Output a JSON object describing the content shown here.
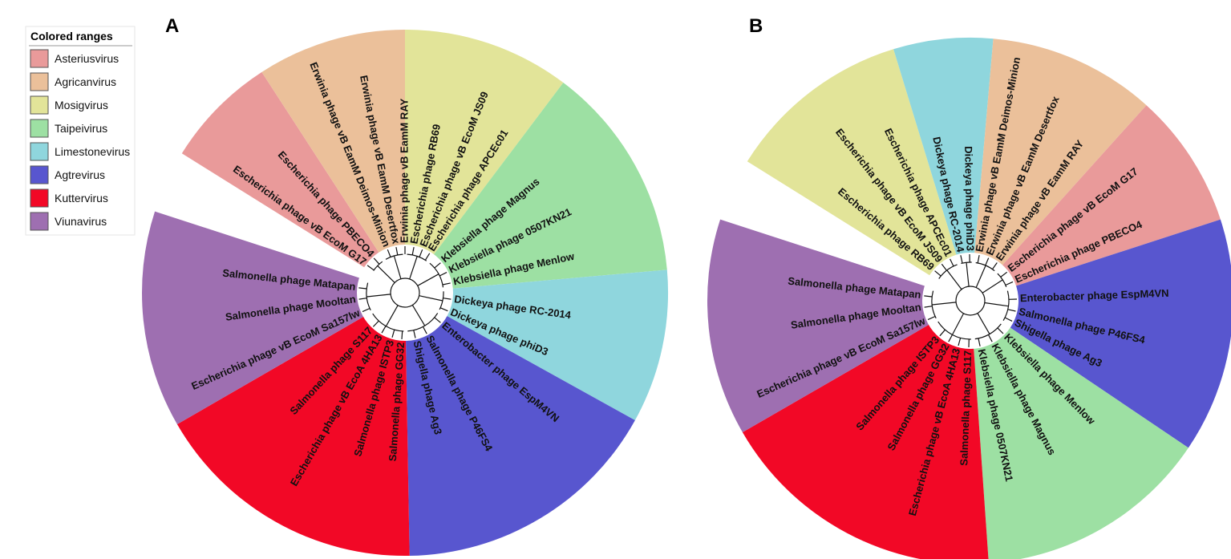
{
  "legend": {
    "title": "Colored ranges",
    "items": [
      {
        "label": "Asteriusvirus",
        "color": "#e99a9a"
      },
      {
        "label": "Agricanvirus",
        "color": "#ebc09a"
      },
      {
        "label": "Mosigvirus",
        "color": "#e2e499"
      },
      {
        "label": "Taipeivirus",
        "color": "#9de0a3"
      },
      {
        "label": "Limestonevirus",
        "color": "#8fd6dd"
      },
      {
        "label": "Agtrevirus",
        "color": "#5856cf"
      },
      {
        "label": "Kuttervirus",
        "color": "#f20826"
      },
      {
        "label": "Viunavirus",
        "color": "#9e6fb1"
      }
    ]
  },
  "panels": [
    {
      "label": "A",
      "sectors": [
        {
          "range": "Asteriusvirus",
          "start": 302,
          "end": 327
        },
        {
          "range": "Agricanvirus",
          "start": 327,
          "end": 0
        },
        {
          "range": "Mosigvirus",
          "start": 0,
          "end": 37
        },
        {
          "range": "Taipeivirus",
          "start": 37,
          "end": 85
        },
        {
          "range": "Limestonevirus",
          "start": 85,
          "end": 119
        },
        {
          "range": "Agtrevirus",
          "start": 119,
          "end": 179
        },
        {
          "range": "Kuttervirus",
          "start": 179,
          "end": 240
        },
        {
          "range": "Viunavirus",
          "start": 240,
          "end": 288
        }
      ],
      "leaves": [
        {
          "name": "Escherichia phage vB EcoM G17",
          "angle": 306
        },
        {
          "name": "Escherichia phage PBECO4",
          "angle": 318
        },
        {
          "name": "Erwinia phage vB EamM Deimos-Minion",
          "angle": 338
        },
        {
          "name": "Erwinia phage vB EamM Desertfox",
          "angle": 349
        },
        {
          "name": "Erwinia phage vB EamM RAY",
          "angle": 360
        },
        {
          "name": "Escherichia phage RB69",
          "angle": 11
        },
        {
          "name": "Escherichia phage vB EcoM JS09",
          "angle": 22
        },
        {
          "name": "Escherichia phage APCEc01",
          "angle": 32
        },
        {
          "name": "Klebsiella phage Magnus",
          "angle": 50
        },
        {
          "name": "Klebsiella phage 0507KN21",
          "angle": 64
        },
        {
          "name": "Klebsiella phage Menlow",
          "angle": 78
        },
        {
          "name": "Dickeya phage RC-2014",
          "angle": 98
        },
        {
          "name": "Dickeya phage phiD3",
          "angle": 113
        },
        {
          "name": "Enterobacter phage EspM4VN",
          "angle": 130
        },
        {
          "name": "Salmonella phage P46FS4",
          "angle": 152
        },
        {
          "name": "Shigella phage Ag3",
          "angle": 167
        },
        {
          "name": "Salmonella phage GG32",
          "angle": 184
        },
        {
          "name": "Salmonella phage ISTP3",
          "angle": 196
        },
        {
          "name": "Escherichia phage vB EcoA 4HA13",
          "angle": 210
        },
        {
          "name": "Salmonella phage S117",
          "angle": 223
        },
        {
          "name": "Escherichia phage vB EcoM Sa157lw",
          "angle": 246
        },
        {
          "name": "Salmonella phage Mooltan",
          "angle": 262
        },
        {
          "name": "Salmonella phage Matapan",
          "angle": 276
        }
      ]
    },
    {
      "label": "B",
      "sectors": [
        {
          "range": "Mosigvirus",
          "start": 302,
          "end": 343
        },
        {
          "range": "Limestonevirus",
          "start": 343,
          "end": 5
        },
        {
          "range": "Agricanvirus",
          "start": 5,
          "end": 42
        },
        {
          "range": "Asteriusvirus",
          "start": 42,
          "end": 72
        },
        {
          "range": "Agtrevirus",
          "start": 72,
          "end": 124
        },
        {
          "range": "Taipeivirus",
          "start": 124,
          "end": 176
        },
        {
          "range": "Kuttervirus",
          "start": 176,
          "end": 240
        },
        {
          "range": "Viunavirus",
          "start": 240,
          "end": 288
        }
      ],
      "leaves": [
        {
          "name": "Escherichia phage RB69",
          "angle": 310
        },
        {
          "name": "Escherichia phage vB EcoM JS09",
          "angle": 322
        },
        {
          "name": "Escherichia phage APCEc01",
          "angle": 334
        },
        {
          "name": "Dickeya phage RC-2014",
          "angle": 348
        },
        {
          "name": "Dickeya phage phiD3",
          "angle": 359
        },
        {
          "name": "Erwinia phage vB EamM Deimos-Minion",
          "angle": 11
        },
        {
          "name": "Erwinia phage vB EamM Desertfox",
          "angle": 23
        },
        {
          "name": "Erwinia phage vB EamM RAY",
          "angle": 35
        },
        {
          "name": "Escherichia phage vB EcoM G17",
          "angle": 52
        },
        {
          "name": "Escherichia phage PBECO4",
          "angle": 66
        },
        {
          "name": "Enterobacter phage EspM4VN",
          "angle": 88
        },
        {
          "name": "Salmonella phage P46FS4",
          "angle": 103
        },
        {
          "name": "Shigella phage Ag3",
          "angle": 116
        },
        {
          "name": "Klebsiella phage Menlow",
          "angle": 135
        },
        {
          "name": "Klebsiella phage Magnus",
          "angle": 152
        },
        {
          "name": "Klebsiella phage 0507KN21",
          "angle": 168
        },
        {
          "name": "Salmonella phage S117",
          "angle": 182
        },
        {
          "name": "Escherichia phage vB EcoA 4HA13",
          "angle": 195
        },
        {
          "name": "Salmonella phage GG32",
          "angle": 208
        },
        {
          "name": "Salmonella phage ISTP3",
          "angle": 221
        },
        {
          "name": "Escherichia phage vB EcoM Sa157lw",
          "angle": 246
        },
        {
          "name": "Salmonella phage Mooltan",
          "angle": 262
        },
        {
          "name": "Salmonella phage Matapan",
          "angle": 276
        }
      ]
    }
  ]
}
